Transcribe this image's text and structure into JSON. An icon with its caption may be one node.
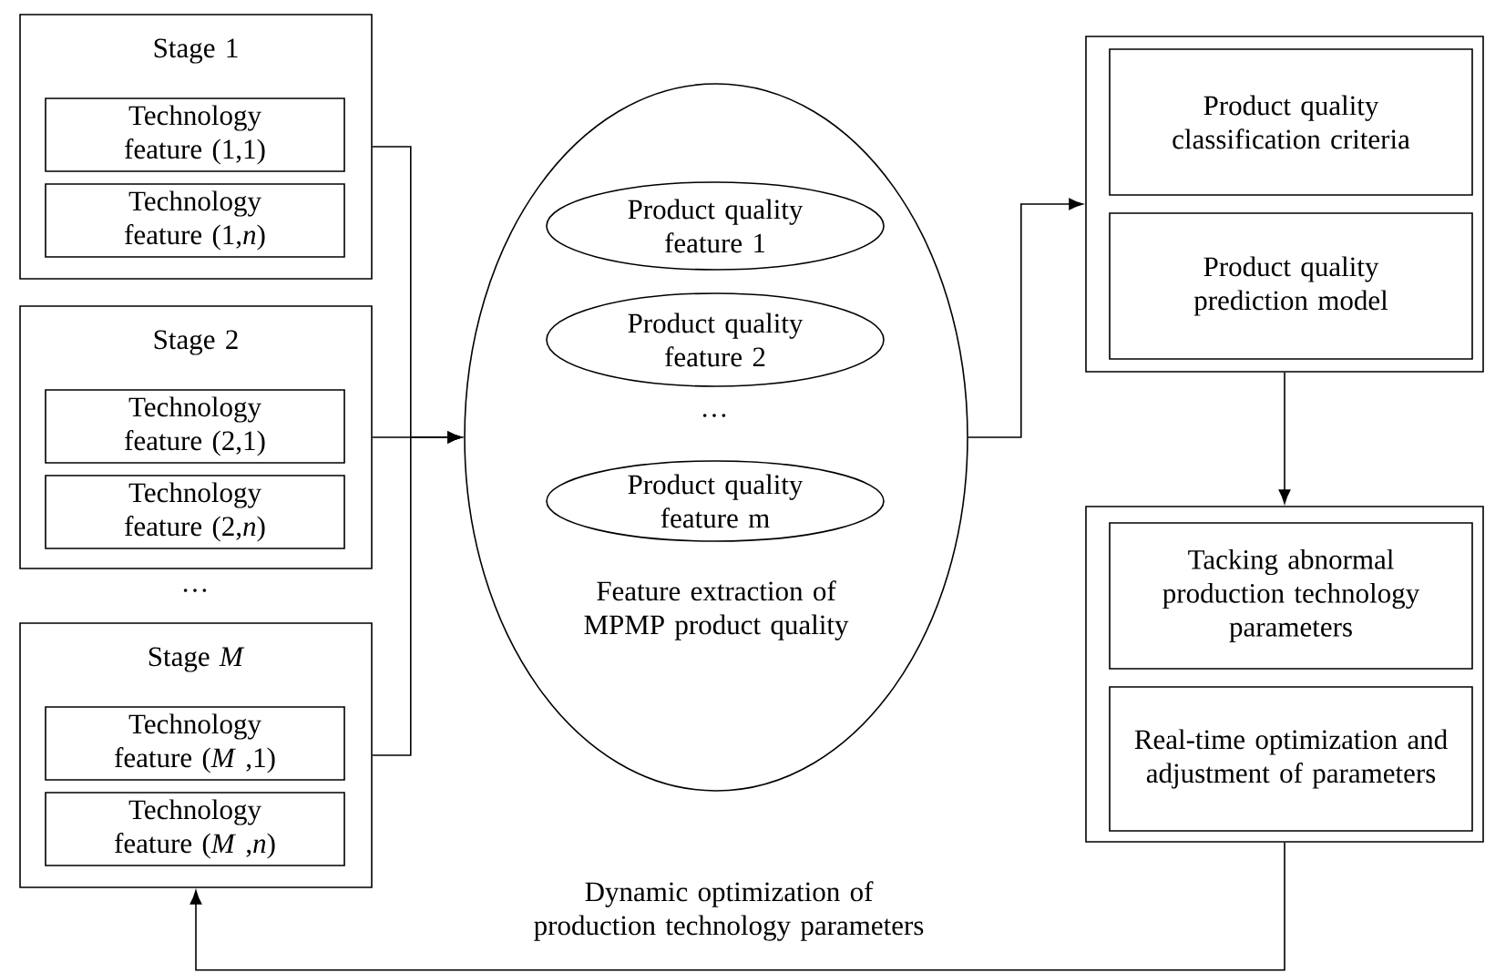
{
  "diagram": {
    "nodes": [
      {
        "text": [
          "Stage 1"
        ]
      },
      {
        "text": [
          "Technology feature (1,1)"
        ],
        "in": 0
      },
      {
        "text": [
          "Technology feature (1,*n*)"
        ],
        "in": 0
      },
      {
        "text": [
          "Stage 2"
        ]
      },
      {
        "text": [
          "Technology feature (2,1)"
        ],
        "in": 3
      },
      {
        "text": [
          "Technology feature (2,*n*)"
        ],
        "in": 3
      },
      {
        "text": [
          "Stage *M*"
        ]
      },
      {
        "text": [
          "Technology feature (*M* ,1)"
        ],
        "in": 6
      },
      {
        "text": [
          "Technology feature (*M* ,*n*)"
        ],
        "in": 6
      },
      {
        "text": [
          "Feature extraction of MPMP product quality"
        ]
      },
      {
        "text": [
          "Product quality feature 1"
        ],
        "in": 9
      },
      {
        "text": [
          "Product quality feature 2"
        ],
        "in": 9
      },
      {
        "text": [
          "Product quality feature m"
        ],
        "in": 9
      },
      {
        "text": [],
        "shape": "box"
      },
      {
        "text": [
          "Product quality classification criteria"
        ],
        "in": 13
      },
      {
        "text": [
          "Product quality prediction model"
        ],
        "in": 13
      },
      {
        "text": [],
        "shape": "box"
      },
      {
        "text": [
          "Tacking abnormal production technology parameters"
        ],
        "in": 16
      },
      {
        "text": [
          "Real-time optimization and adjustment of parameters"
        ],
        "in": 16
      }
    ],
    "edges": [
      {
        "from": 0,
        "to": 9,
        "arrow": "to"
      },
      {
        "from": 3,
        "to": 9,
        "arrow": "to"
      },
      {
        "from": 6,
        "to": 9,
        "arrow": "to"
      },
      {
        "from": 9,
        "to": 13,
        "arrow": "to"
      },
      {
        "from": 13,
        "to": 16,
        "arrow": "to"
      },
      {
        "from": 16,
        "to": 6,
        "arrow": "to",
        "label": "Dynamic optimization of production technology parameters"
      }
    ],
    "labels": [
      "…",
      "…"
    ]
  }
}
